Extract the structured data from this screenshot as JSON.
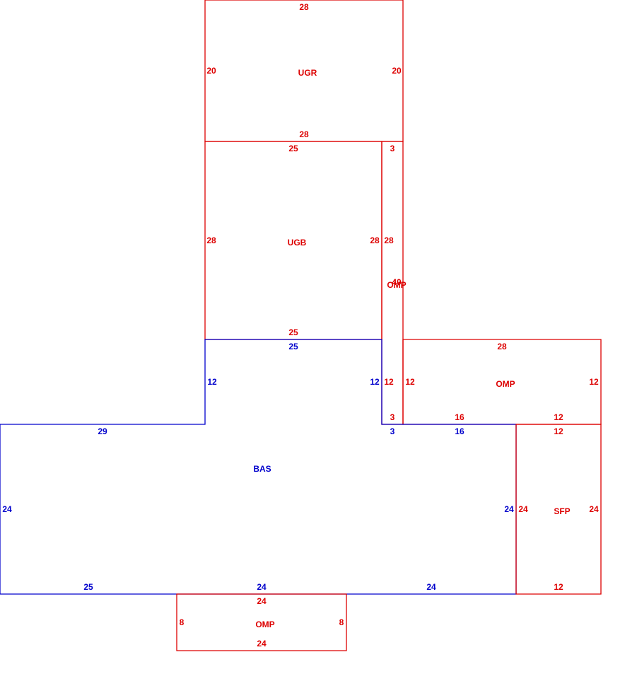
{
  "colors": {
    "primary": "#0000cc",
    "secondary": "#dd0000"
  },
  "areas": [
    {
      "id": "ugr",
      "code": "UGR",
      "kind": "secondary",
      "dims": {
        "top": "28",
        "left": "20",
        "right": "20",
        "bottom": "28"
      }
    },
    {
      "id": "ugb",
      "code": "UGB",
      "kind": "secondary",
      "dims": {
        "top": "25",
        "left": "28",
        "right": "28",
        "bottom": "25"
      }
    },
    {
      "id": "omp-strip",
      "code": "OMP",
      "kind": "secondary",
      "dims": {
        "top": "3",
        "left": "28",
        "right": "40",
        "left-lower": "12",
        "bottom": "3"
      }
    },
    {
      "id": "omp-right",
      "code": "OMP",
      "kind": "secondary",
      "dims": {
        "top": "28",
        "left": "12",
        "right": "12",
        "bottom-left": "16",
        "bottom-right": "12"
      }
    },
    {
      "id": "bas",
      "code": "BAS",
      "kind": "primary",
      "dims": {
        "top-wing": "25",
        "left-wing": "12",
        "right-wing": "12",
        "top-left": "29",
        "top-notch": "3",
        "top-right": "16",
        "left": "24",
        "right": "24",
        "bottom-left": "25",
        "bottom-mid": "24",
        "bottom-right": "24"
      }
    },
    {
      "id": "sfp",
      "code": "SFP",
      "kind": "secondary",
      "dims": {
        "top": "12",
        "left": "24",
        "right": "24",
        "bottom": "12"
      }
    },
    {
      "id": "omp-bottom",
      "code": "OMP",
      "kind": "secondary",
      "dims": {
        "top": "24",
        "left": "8",
        "right": "8",
        "bottom": "24"
      }
    }
  ]
}
